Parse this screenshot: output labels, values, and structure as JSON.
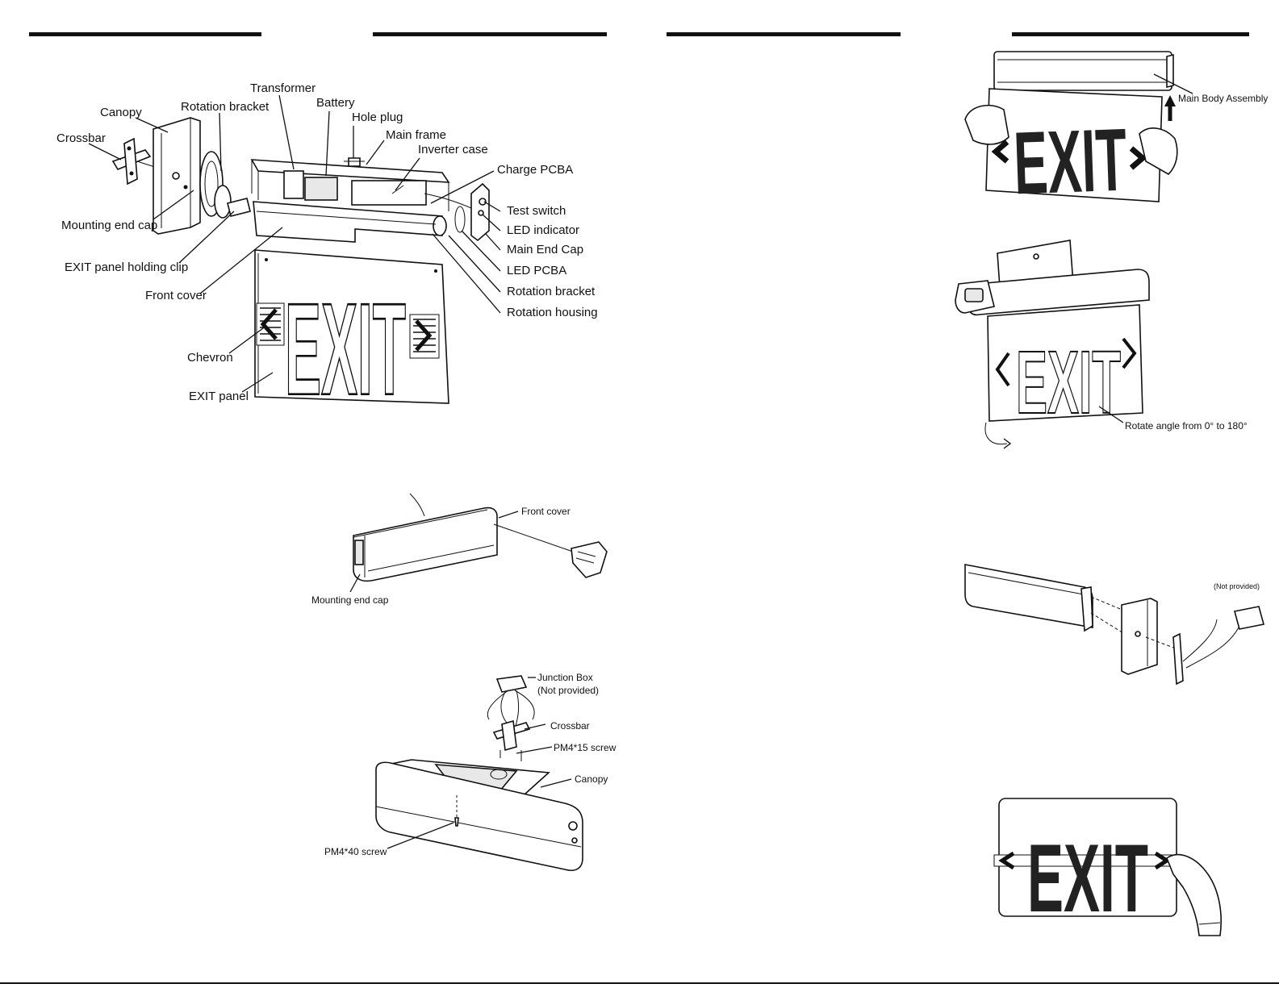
{
  "colors": {
    "ink": "#111111",
    "paper": "#ffffff",
    "panel_fill": "#e8e8e8",
    "letter_dark": "#222222"
  },
  "panel_text": "EXIT",
  "exploded_view": {
    "labels": {
      "transformer": "Transformer",
      "battery": "Battery",
      "hole_plug": "Hole plug",
      "main_frame": "Main frame",
      "inverter_case": "Inverter case",
      "canopy": "Canopy",
      "rotation_bracket_top": "Rotation bracket",
      "crossbar": "Crossbar",
      "charge_pcba": "Charge PCBA",
      "test_switch": "Test switch",
      "led_indicator": "LED indicator",
      "main_end_cap": "Main End Cap",
      "led_pcba": "LED PCBA",
      "rotation_bracket_right": "Rotation bracket",
      "rotation_housing": "Rotation housing",
      "mounting_end_cap": "Mounting end cap",
      "exit_panel_holding_clip": "EXIT panel holding clip",
      "front_cover": "Front cover",
      "chevron": "Chevron",
      "exit_panel": "EXIT panel"
    }
  },
  "cover_removal": {
    "labels": {
      "front_cover": "Front cover",
      "mounting_end_cap": "Mounting end cap"
    }
  },
  "ceiling_mount": {
    "labels": {
      "junction_box": "Junction Box",
      "not_provided": "(Not provided)",
      "crossbar": "Crossbar",
      "pm4_15": "PM4*15 screw",
      "canopy": "Canopy",
      "pm4_40": "PM4*40 screw"
    }
  },
  "panel_insert": {
    "labels": {
      "main_body_assembly": "Main Body Assembly"
    }
  },
  "rotation": {
    "labels": {
      "rotate_angle": "Rotate angle from 0° to 180°"
    }
  },
  "wall_mount": {
    "labels": {
      "not_provided": "(Not provided)"
    }
  }
}
